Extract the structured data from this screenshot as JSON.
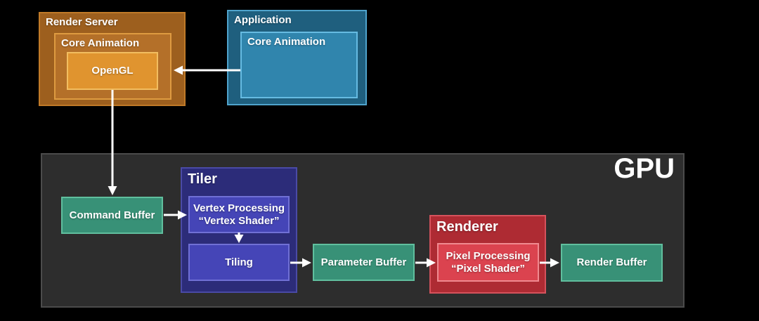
{
  "render_server": {
    "label": "Render Server",
    "core_animation_label": "Core Animation",
    "opengl_label": "OpenGL"
  },
  "application": {
    "label": "Application",
    "core_animation_label": "Core Animation"
  },
  "gpu": {
    "label": "GPU",
    "command_buffer_label": "Command Buffer",
    "tiler": {
      "label": "Tiler",
      "vertex_processing_line1": "Vertex Processing",
      "vertex_processing_line2": "“Vertex Shader”",
      "tiling_label": "Tiling"
    },
    "parameter_buffer_label": "Parameter Buffer",
    "renderer": {
      "label": "Renderer",
      "pixel_processing_line1": "Pixel Processing",
      "pixel_processing_line2": "“Pixel Shader”"
    },
    "render_buffer_label": "Render Buffer"
  },
  "connections": [
    {
      "from": "application-core-animation",
      "to": "render-server-core-animation"
    },
    {
      "from": "opengl",
      "to": "command-buffer"
    },
    {
      "from": "command-buffer",
      "to": "vertex-processing"
    },
    {
      "from": "vertex-processing",
      "to": "tiling"
    },
    {
      "from": "tiling",
      "to": "parameter-buffer"
    },
    {
      "from": "parameter-buffer",
      "to": "pixel-processing"
    },
    {
      "from": "pixel-processing",
      "to": "render-buffer"
    }
  ],
  "colors": {
    "background": "#000000",
    "gpu_fill": "#2D2D2D",
    "gpu_border": "#4B4B4B",
    "render_server_fill": "#9D5F1E",
    "render_server_border": "#C07A28",
    "core_animation_orange_fill": "#B47029",
    "core_animation_orange_border": "#DE9B41",
    "opengl_fill": "#E0942F",
    "opengl_border": "#F2BD60",
    "application_fill": "#1F5F7E",
    "application_border": "#4FA3CC",
    "core_animation_blue_fill": "#3085AD",
    "core_animation_blue_border": "#66BBE2",
    "buffer_green_fill": "#389177",
    "buffer_green_border": "#60BF9E",
    "tiler_fill": "#2C2C79",
    "tiler_border": "#4A4AA6",
    "tiler_inner_fill": "#4545B7",
    "tiler_inner_border": "#7070D5",
    "renderer_fill": "#AE2B33",
    "renderer_border": "#D5525C",
    "pixel_processing_fill": "#DB434F",
    "pixel_processing_border": "#F08A90",
    "arrow": "#FFFFFF"
  }
}
